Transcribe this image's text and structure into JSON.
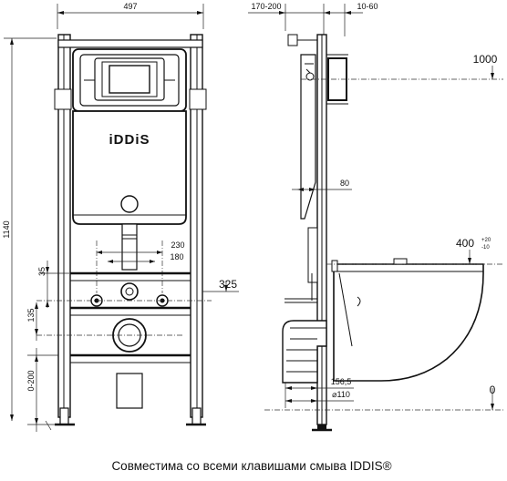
{
  "brand": "iDDiS",
  "caption": "Совместима со всеми клавишами смыва IDDIS®",
  "dimensions": {
    "frame_width": "497",
    "frame_height": "1140",
    "wall_offset": "170-200",
    "plate_depth": "10-60",
    "plate_height": "1000",
    "width_230": "230",
    "width_180": "180",
    "height_35": "35",
    "height_135": "135",
    "floor_adjust": "0-200",
    "inlet_height": "325",
    "support_depth": "80",
    "bowl_height": "400",
    "bowl_tol_upper": "+20",
    "bowl_tol_lower": "-10",
    "drain_offset": "156,5",
    "drain_diameter": "⌀110",
    "floor_level": "0"
  }
}
